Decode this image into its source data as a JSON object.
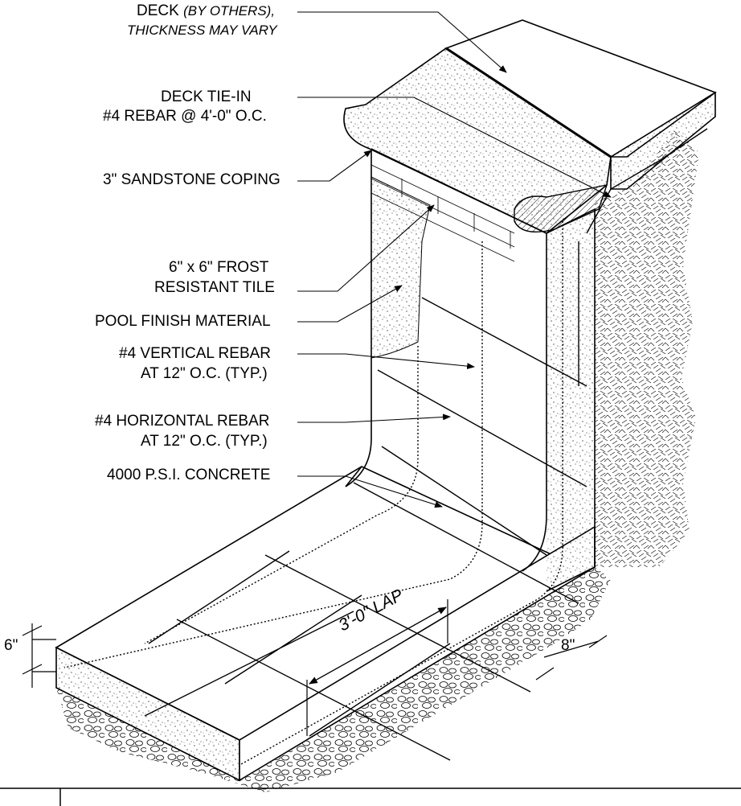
{
  "callouts": {
    "deck_line1": "DECK",
    "deck_line1_note": "(BY OTHERS),",
    "deck_line2": "THICKNESS MAY VARY",
    "tiein_line1": "DECK TIE-IN",
    "tiein_line2": "#4 REBAR @ 4'-0\" O.C.",
    "coping": "3\" SANDSTONE COPING",
    "tile_line1": "6\" x 6\" FROST",
    "tile_line2": "RESISTANT TILE",
    "finish": "POOL FINISH MATERIAL",
    "vrebar_line1": "#4 VERTICAL  REBAR",
    "vrebar_line2": "AT 12\" O.C. (TYP.)",
    "hrebar_line1": "#4 HORIZONTAL REBAR",
    "hrebar_line2": "AT 12\" O.C. (TYP.)",
    "concrete": "4000 P.S.I. CONCRETE"
  },
  "dimensions": {
    "slab_thickness": "6\"",
    "wall_thickness": "8\"",
    "lap": "3'-0\" LAP"
  },
  "colors": {
    "line": "#000000",
    "paper": "#ffffff"
  }
}
